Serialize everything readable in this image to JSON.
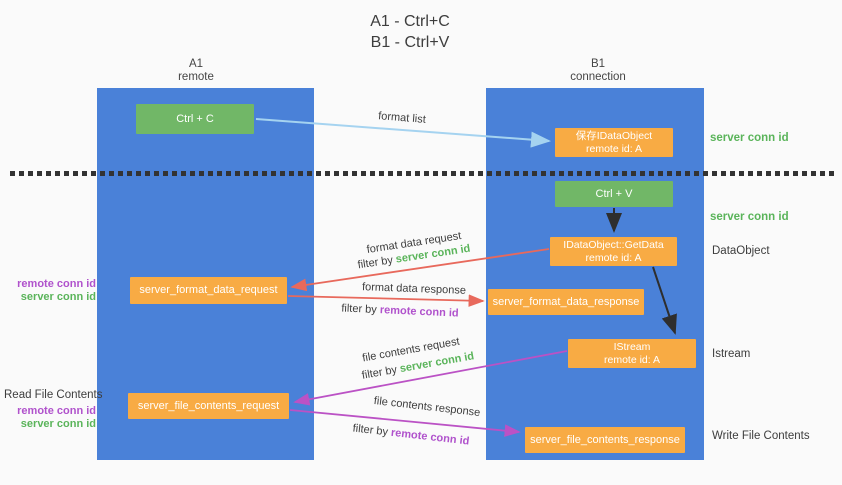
{
  "colors": {
    "background": "#fafafa",
    "lane": "#4a81d8",
    "green_box": "#71b767",
    "orange_box": "#f8ab44",
    "green_text": "#5ab45a",
    "purple_text": "#b052cc",
    "red_arrow": "#e8695c",
    "purple_arrow": "#bb52c5",
    "blue_arrow": "#a5d3f0",
    "black_arrow": "#2e2e2e",
    "dark_text": "#3d3d3d",
    "dot": "#333333"
  },
  "title": {
    "line1": "A1 - Ctrl+C",
    "line2": "B1 - Ctrl+V"
  },
  "lanes": {
    "left": {
      "name": "A1",
      "subtitle": "remote"
    },
    "right": {
      "name": "B1",
      "subtitle": "connection"
    }
  },
  "nodes": {
    "ctrl_c": "Ctrl + C",
    "ctrl_v": "Ctrl + V",
    "save_dataobject": {
      "line1": "保存IDataObject",
      "line2": "remote id: A"
    },
    "getdata": {
      "line1": "IDataObject::GetData",
      "line2": "remote id: A"
    },
    "istream": {
      "line1": "IStream",
      "line2": "remote id: A"
    },
    "format_request": "server_format_data_request",
    "format_response": "server_format_data_response",
    "file_request": "server_file_contents_request",
    "file_response": "server_file_contents_response"
  },
  "side_labels": {
    "server_conn_id_top": "server conn id",
    "server_conn_id_mid": "server conn id",
    "dataobject": "DataObject",
    "istream": "Istream",
    "write_file_contents": "Write File Contents",
    "read_file_contents": "Read File Contents",
    "remote_conn_id": "remote conn id",
    "server_conn_id": "server conn id"
  },
  "captions": {
    "format_list": "format list",
    "format_data_request": "format data request",
    "format_data_response": "format data response",
    "file_contents_request": "file contents request",
    "file_contents_response": "file contents response",
    "filter_prefix": "filter by ",
    "server_conn_id": "server conn id",
    "remote_conn_id": "remote conn id"
  }
}
